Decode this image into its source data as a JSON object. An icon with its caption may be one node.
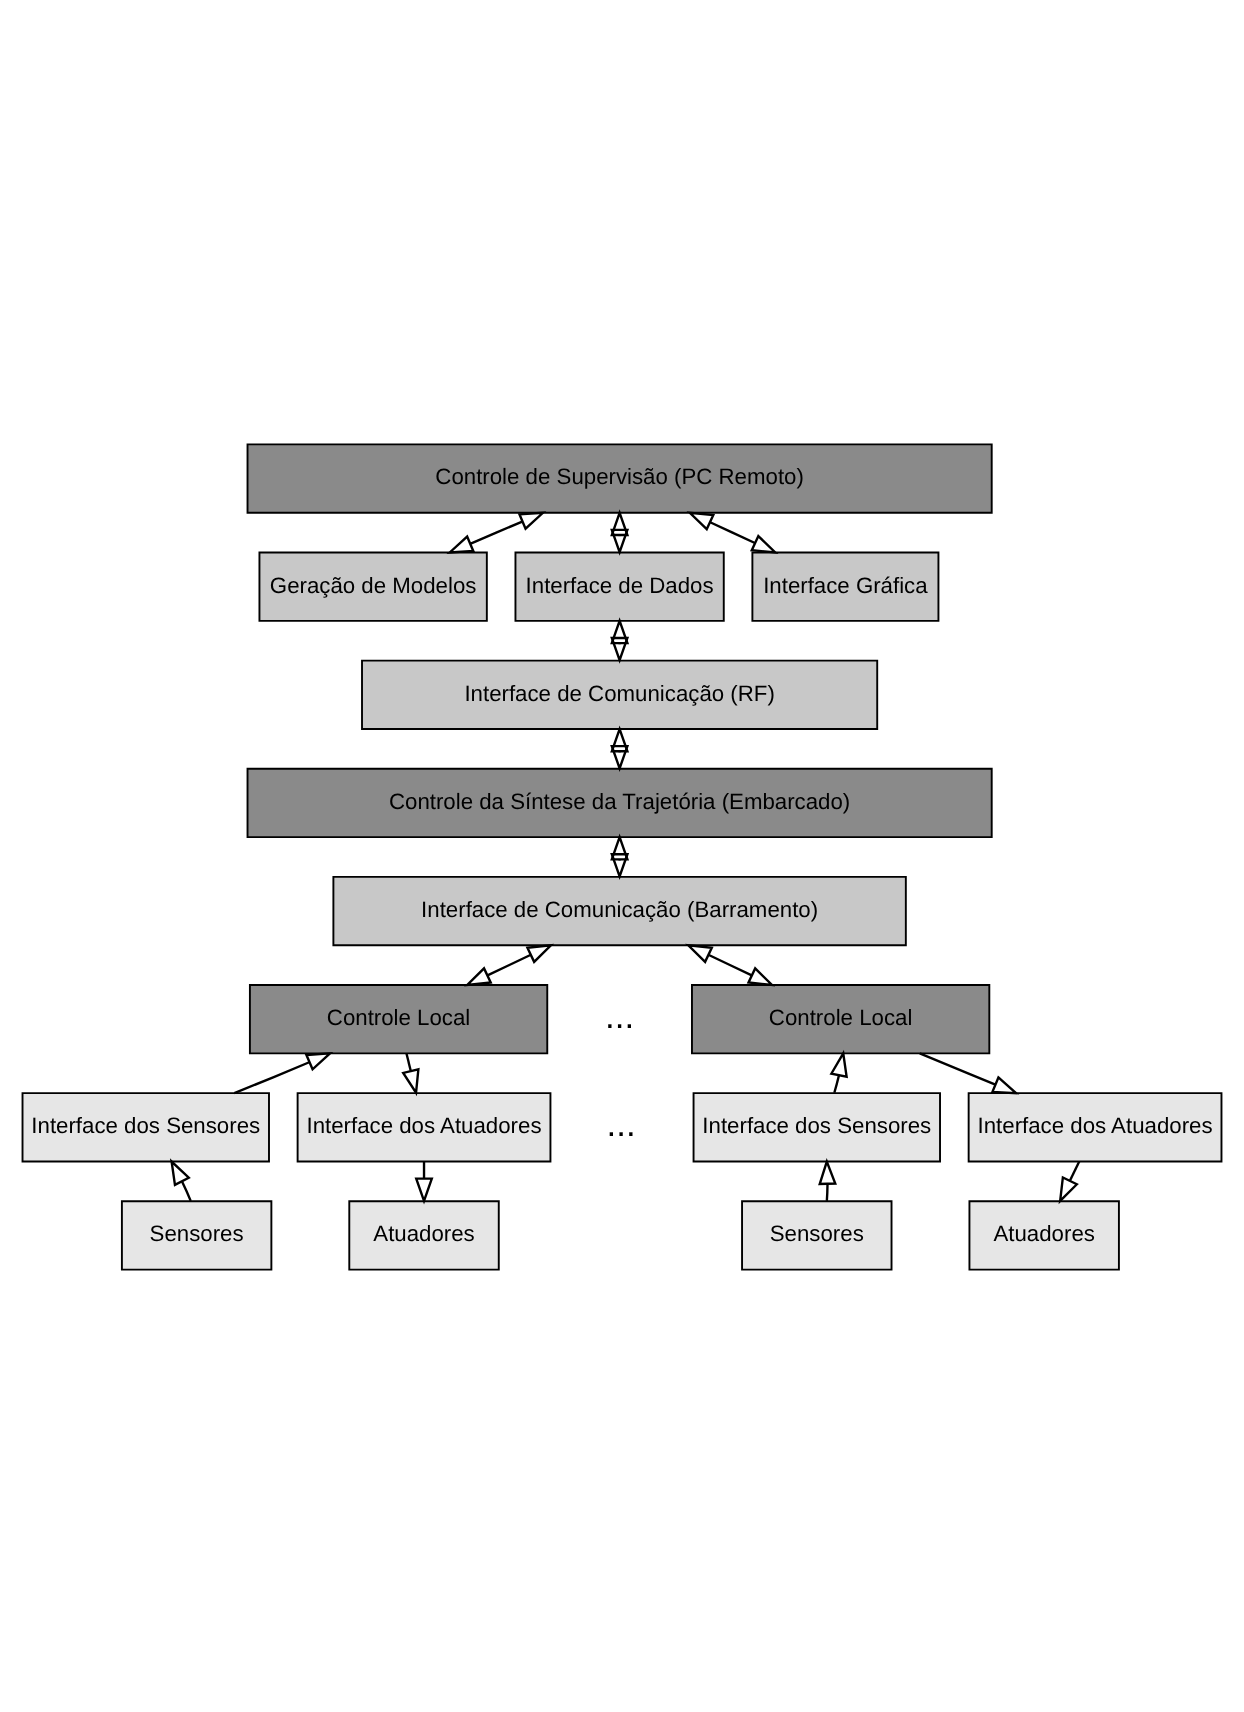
{
  "diagram": {
    "nodes": [
      {
        "text": [
          "Controle de Supervisão (PC Remoto)"
        ]
      },
      {
        "text": [
          "Geração de Modelos"
        ]
      },
      {
        "text": [
          "Interface de Dados"
        ]
      },
      {
        "text": [
          "Interface Gráfica"
        ]
      },
      {
        "text": [
          "Interface de Comunicação (RF)"
        ]
      },
      {
        "text": [
          "Controle da Síntese da Trajetória (Embarcado)"
        ]
      },
      {
        "text": [
          "Interface de Comunicação (Barramento)"
        ]
      },
      {
        "text": [
          "Controle Local"
        ]
      },
      {
        "text": [
          "Controle Local"
        ]
      },
      {
        "text": [
          "Interface dos Sensores"
        ]
      },
      {
        "text": [
          "Interface dos Atuadores"
        ]
      },
      {
        "text": [
          "Interface dos Sensores"
        ]
      },
      {
        "text": [
          "Interface dos Atuadores"
        ]
      },
      {
        "text": [
          "Sensores"
        ]
      },
      {
        "text": [
          "Atuadores"
        ]
      },
      {
        "text": [
          "Sensores"
        ]
      },
      {
        "text": [
          "Atuadores"
        ]
      }
    ],
    "edges": [
      {
        "from": 0,
        "to": 1,
        "arrow": "both"
      },
      {
        "from": 0,
        "to": 2,
        "arrow": "both"
      },
      {
        "from": 0,
        "to": 3,
        "arrow": "both"
      },
      {
        "from": 2,
        "to": 4,
        "arrow": "both"
      },
      {
        "from": 4,
        "to": 5,
        "arrow": "both"
      },
      {
        "from": 5,
        "to": 6,
        "arrow": "both"
      },
      {
        "from": 6,
        "to": 7,
        "arrow": "both"
      },
      {
        "from": 6,
        "to": 8,
        "arrow": "both"
      },
      {
        "from": 9,
        "to": 7,
        "arrow": "to"
      },
      {
        "from": 7,
        "to": 10,
        "arrow": "to"
      },
      {
        "from": 11,
        "to": 8,
        "arrow": "to"
      },
      {
        "from": 8,
        "to": 12,
        "arrow": "to"
      },
      {
        "from": 13,
        "to": 9,
        "arrow": "to"
      },
      {
        "from": 10,
        "to": 14,
        "arrow": "to"
      },
      {
        "from": 15,
        "to": 11,
        "arrow": "to"
      },
      {
        "from": 12,
        "to": 16,
        "arrow": "to"
      }
    ],
    "labels": [
      "...",
      "..."
    ]
  }
}
